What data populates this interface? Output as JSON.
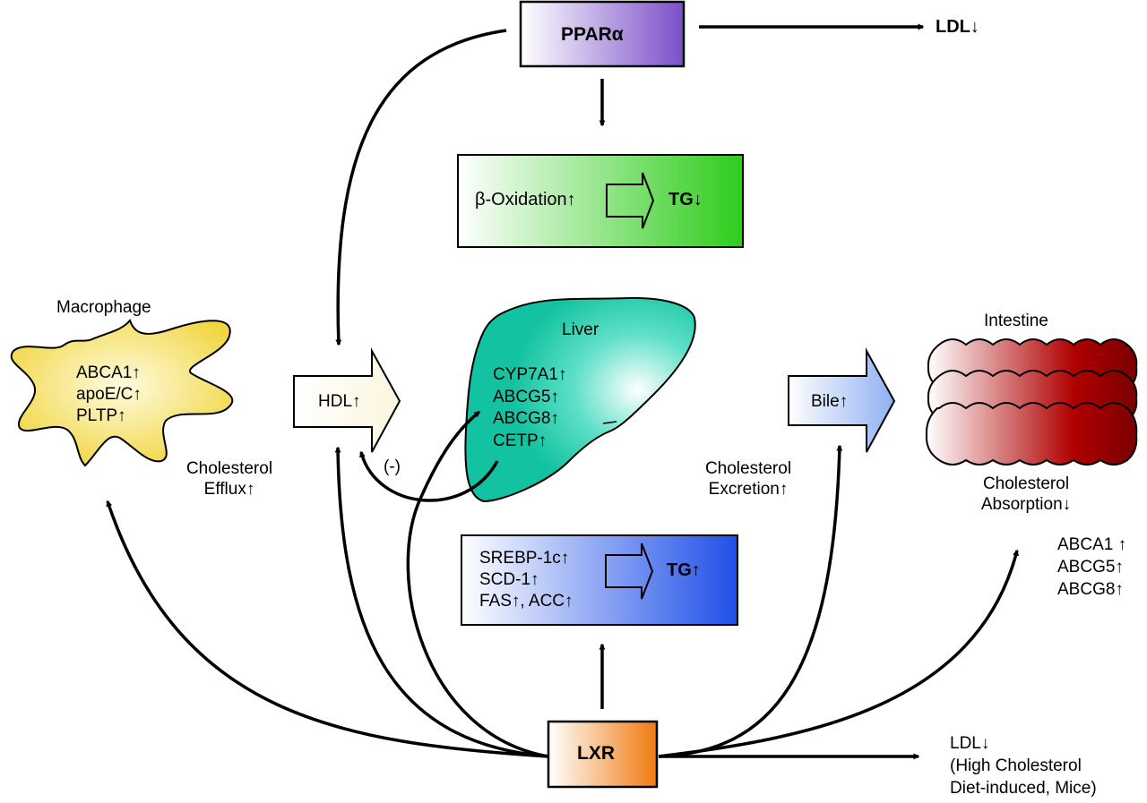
{
  "nodes": {
    "ppara": {
      "label": "PPARα",
      "color": "#7b4fc9"
    },
    "lxr": {
      "label": "LXR",
      "color": "#f07a10"
    },
    "beta_ox_box": {
      "left": "β-Oxidation↑",
      "right": "TG↓",
      "color": "#2ecc1a"
    },
    "srebp_box": {
      "lines": [
        "SREBP-1c↑",
        "SCD-1↑",
        "FAS↑, ACC↑"
      ],
      "right": "TG↑",
      "color": "#1f4fe8"
    },
    "macrophage": {
      "title": "Macrophage",
      "lines": [
        "ABCA1↑",
        "apoE/C↑",
        "PLTP↑"
      ],
      "color": "#f2d94a"
    },
    "liver": {
      "title": "Liver",
      "lines": [
        "CYP7A1↑",
        "ABCG5↑",
        "ABCG8↑",
        "CETP↑"
      ],
      "color": "#1fc7a8"
    },
    "intestine": {
      "title": "Intestine",
      "color": "#8b0000"
    },
    "hdl": {
      "label": "HDL↑"
    },
    "bile": {
      "label": "Bile↑"
    }
  },
  "annotations": {
    "ldl_top": "LDL↓",
    "efflux": [
      "Cholesterol",
      "Efflux↑"
    ],
    "excretion": [
      "Cholesterol",
      "Excretion↑"
    ],
    "absorption": [
      "Cholesterol",
      "Absorption↓"
    ],
    "intestine_genes": [
      "ABCA1 ↑",
      "ABCG5↑",
      "ABCG8↑"
    ],
    "negative": "(-)",
    "ldl_bottom": [
      "LDL↓",
      "(High Cholesterol",
      "Diet-induced, Mice)"
    ]
  }
}
